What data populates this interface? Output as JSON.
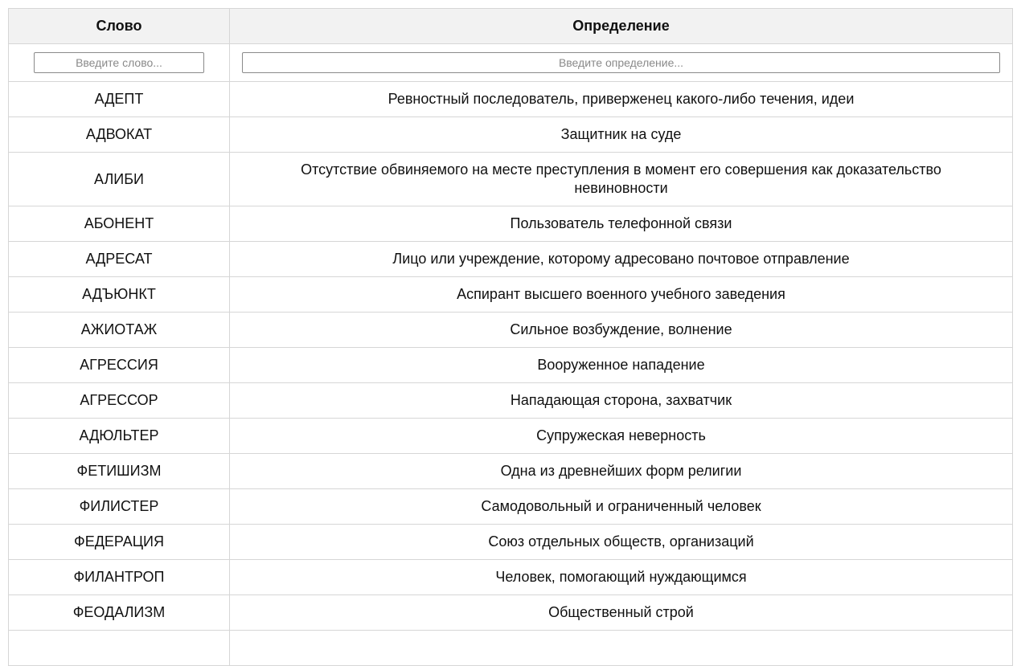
{
  "headers": {
    "word": "Слово",
    "definition": "Определение"
  },
  "filters": {
    "word_placeholder": "Введите слово...",
    "definition_placeholder": "Введите определение...",
    "word_value": "",
    "definition_value": ""
  },
  "rows": [
    {
      "word": "АДЕПТ",
      "definition": "Ревностный последователь, приверженец какого-либо течения, идеи"
    },
    {
      "word": "АДВОКАТ",
      "definition": "Защитник на суде"
    },
    {
      "word": "АЛИБИ",
      "definition": "Отсутствие обвиняемого на месте преступления в момент его совершения как доказательство невиновности"
    },
    {
      "word": "АБОНЕНТ",
      "definition": "Пользователь телефонной связи"
    },
    {
      "word": "АДРЕСАТ",
      "definition": "Лицо или учреждение, которому адресовано почтовое отправление"
    },
    {
      "word": "АДЪЮНКТ",
      "definition": "Аспирант высшего военного учебного заведения"
    },
    {
      "word": "АЖИОТАЖ",
      "definition": "Сильное возбуждение, волнение"
    },
    {
      "word": "АГРЕССИЯ",
      "definition": "Вооруженное нападение"
    },
    {
      "word": "АГРЕССОР",
      "definition": "Нападающая сторона, захватчик"
    },
    {
      "word": "АДЮЛЬТЕР",
      "definition": "Супружеская неверность"
    },
    {
      "word": "ФЕТИШИЗМ",
      "definition": "Одна из древнейших форм религии"
    },
    {
      "word": "ФИЛИСТЕР",
      "definition": "Самодовольный и ограниченный человек"
    },
    {
      "word": "ФЕДЕРАЦИЯ",
      "definition": "Союз отдельных обществ, организаций"
    },
    {
      "word": "ФИЛАНТРОП",
      "definition": "Человек, помогающий нуждающимся"
    },
    {
      "word": "ФЕОДАЛИЗМ",
      "definition": "Общественный строй"
    },
    {
      "word": "",
      "definition": ""
    }
  ]
}
